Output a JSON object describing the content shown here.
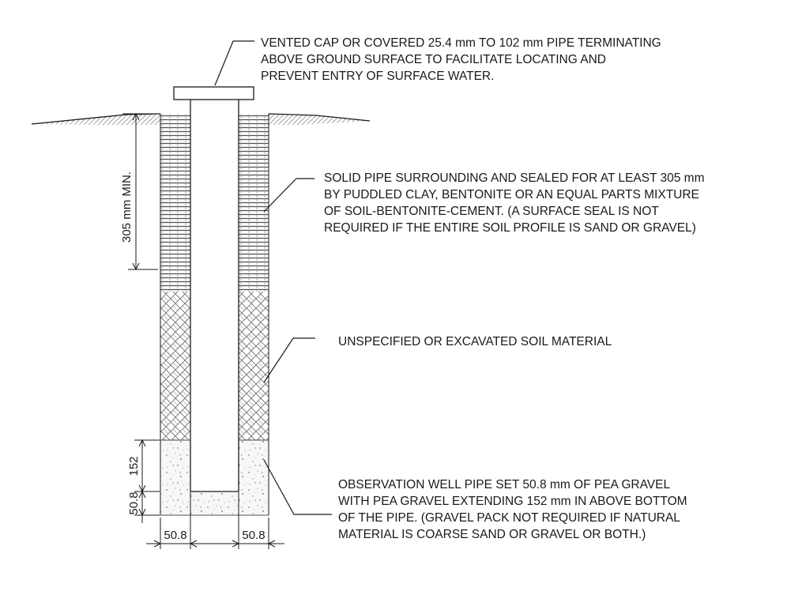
{
  "notes": {
    "cap": "VENTED CAP OR COVERED 25.4 mm TO 102 mm PIPE TERMINATING\nABOVE GROUND SURFACE TO FACILITATE LOCATING AND\nPREVENT ENTRY OF SURFACE WATER.",
    "seal": "SOLID PIPE SURROUNDING AND SEALED FOR AT LEAST 305 mm\nBY PUDDLED CLAY, BENTONITE OR AN EQUAL PARTS MIXTURE\nOF SOIL-BENTONITE-CEMENT. (A SURFACE SEAL IS NOT\nREQUIRED IF THE ENTIRE SOIL PROFILE IS SAND OR GRAVEL)",
    "soil": "UNSPECIFIED OR EXCAVATED SOIL MATERIAL",
    "gravel": "OBSERVATION WELL PIPE SET 50.8 mm OF PEA GRAVEL\nWITH PEA GRAVEL EXTENDING 152 mm IN ABOVE BOTTOM\nOF THE PIPE. (GRAVEL PACK NOT REQUIRED IF NATURAL\nMATERIAL IS COARSE SAND OR GRAVEL OR BOTH.)"
  },
  "dimensions": {
    "seal_depth": "305 mm MIN.",
    "gravel_above_bottom": "152",
    "gravel_below_pipe": "50.8",
    "left_annulus": "50.8",
    "right_annulus": "50.8"
  },
  "colors": {
    "line": "#1a1a1a",
    "seal_hatch": "#555555",
    "soil_hatch": "#777777",
    "gravel_dots": "#8a8a8a",
    "ground": "#8f8f8f"
  }
}
